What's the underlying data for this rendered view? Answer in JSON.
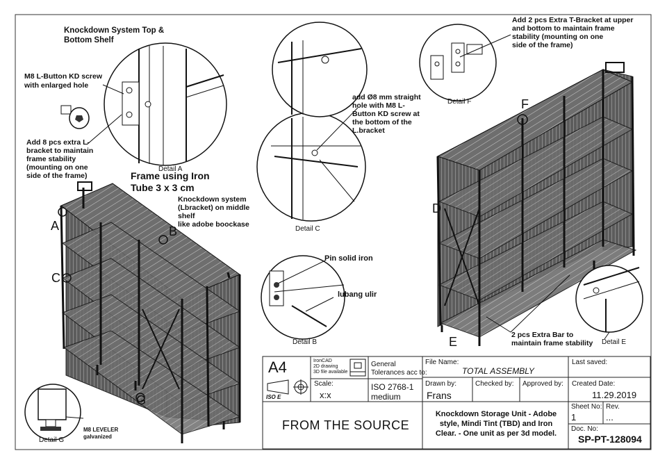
{
  "notes": {
    "top_shelf": "Knockdown System Top & Bottom Shelf",
    "screw_1": "M8 L-Button KD screw",
    "screw_2": "with enlarged hole",
    "lbracket_1": "Add 8 pcs extra L-",
    "lbracket_2": "bracket to maintain",
    "lbracket_3": "frame stability",
    "lbracket_4": "(mounting on one",
    "lbracket_5": "side of the frame)",
    "frame_1": "Frame using Iron",
    "frame_2": "Tube 3 x 3 cm",
    "knock_1": "Knockdown system",
    "knock_2": "(Lbracket) on middle",
    "knock_3": "shelf",
    "knock_4": "like adobe boockase",
    "hole_1": "add Ø8 mm straight",
    "hole_2": "hole with M8 L-",
    "hole_3": "Button KD screw at",
    "hole_4": "the bottom of the",
    "hole_5": "L.bracket",
    "tbracket_1": "Add 2 pcs Extra T-Bracket at upper",
    "tbracket_2": "and bottom to maintain frame",
    "tbracket_3": "stability (mounting on one",
    "tbracket_4": "side of the frame)",
    "pin": "Pin solid iron",
    "lubang": "lubang ulir",
    "extra_bar_1": "2 pcs Extra Bar to",
    "extra_bar_2": "maintain frame stability",
    "leveler_1": "M8 LEVELER",
    "leveler_2": "galvanized"
  },
  "details": {
    "a": "Detail A",
    "b": "Detail B",
    "c": "Detail C",
    "e": "Detail E",
    "f": "Detail F",
    "g": "Detail G"
  },
  "letters": {
    "a": "A",
    "b": "B",
    "c": "C",
    "d": "D",
    "e": "E",
    "f": "F",
    "g": "G"
  },
  "title_block": {
    "size": "A4",
    "ironcad_1": "IronCAD",
    "ironcad_2": "2D drawing",
    "ironcad_3": "3D file available",
    "gen_tol_1": "General",
    "gen_tol_2": "Tolerances acc to:",
    "iso_e": "ISO E",
    "scale_label": "Scale:",
    "scale_value": "x:x",
    "iso_1": "ISO 2768-1",
    "iso_2": "medium",
    "file_name_label": "File Name:",
    "file_name": "TOTAL ASSEMBLY",
    "last_saved_label": "Last saved:",
    "drawn_by_label": "Drawn by:",
    "drawn_by": "Frans",
    "checked_by_label": "Checked by:",
    "approved_by_label": "Approved by:",
    "created_label": "Created Date:",
    "created_date": "11.29.2019",
    "company": "FROM THE SOURCE",
    "desc_1": "Knockdown Storage Unit - Adobe",
    "desc_2": "style, Mindi Tint (TBD) and Iron",
    "desc_3": "Clear. - One unit as per 3d model.",
    "sheet_no_label": "Sheet No:",
    "sheet_no": "1",
    "rev_label": "Rev.",
    "rev": "...",
    "doc_no_label": "Doc. No:",
    "doc_no": "SP-PT-128094"
  }
}
